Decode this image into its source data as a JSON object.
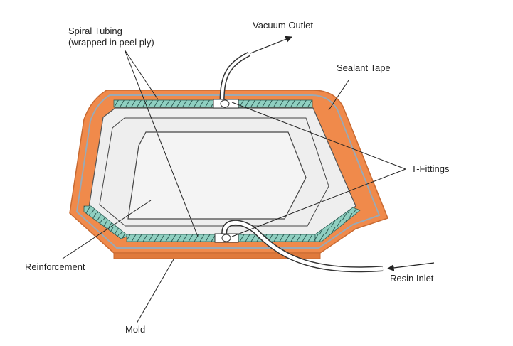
{
  "labels": {
    "spiral_tubing_line1": "Spiral Tubing",
    "spiral_tubing_line2": "(wrapped in peel ply)",
    "vacuum_outlet": "Vacuum Outlet",
    "sealant_tape": "Sealant Tape",
    "t_fittings": "T-Fittings",
    "reinforcement": "Reinforcement",
    "resin_inlet": "Resin Inlet",
    "mold": "Mold"
  },
  "colors": {
    "mold_orange": "#F08A4B",
    "mold_edge": "#C86A32",
    "bag_film": "#EEEEEE",
    "spiral_tube": "#8FCFC0",
    "line": "#333333"
  }
}
